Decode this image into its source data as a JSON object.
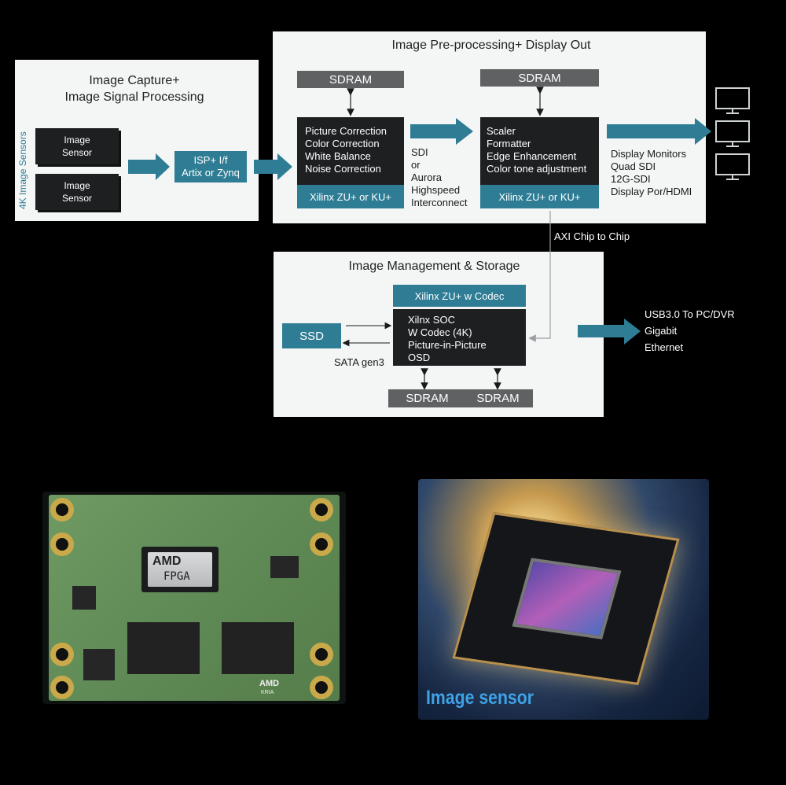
{
  "capture": {
    "title": "Image Capture+\nImage Signal Processing",
    "sensors_label": "4K Image Sensors",
    "sensor1": "Image\nSensor",
    "sensor2": "Image\nSensor",
    "isp": "ISP+ I/f\nArtix or Zynq"
  },
  "preprocess": {
    "title": "Image Pre-processing+ Display Out",
    "sdram_left": "SDRAM",
    "sdram_right": "SDRAM",
    "left_block": "Picture Correction\nColor Correction\nWhite Balance\nNoise Correction",
    "left_chip": "Xilinx ZU+ or KU+",
    "right_block": "Scaler\nFormatter\nEdge Enhancement\nColor tone adjustment",
    "right_chip": "Xilinx ZU+ or KU+",
    "link_label": "SDI\nor\nAurora\nHighspeed\nInterconnect"
  },
  "display": {
    "label": "Display Monitors\nQuad SDI\n12G-SDI\nDisplay Por/HDMI",
    "icon": "monitor-icon"
  },
  "axi_label": "AXI Chip to Chip",
  "storage": {
    "title": "Image Management & Storage",
    "codec_chip": "Xilinx ZU+ w Codec",
    "soc_block": "Xilnx SOC\nW Codec (4K)\nPicture-in-Picture\nOSD",
    "ssd": "SSD",
    "sata": "SATA gen3",
    "sdram1": "SDRAM",
    "sdram2": "SDRAM"
  },
  "usb_label": "USB3.0 To PC/DVR\nGigabit\nEthernet",
  "fpga_card": {
    "chip_brand": "AMD",
    "chip_label": "FPGA",
    "board_brand": "AMD",
    "board_sub": "KRIA"
  },
  "sensor_card": {
    "caption": "Image sensor"
  },
  "colors": {
    "teal": "#2f7d95",
    "dark": "#1e1f21",
    "gray": "#5f6163",
    "panel": "#f4f5f5",
    "caption_blue": "#3fa2e6"
  }
}
